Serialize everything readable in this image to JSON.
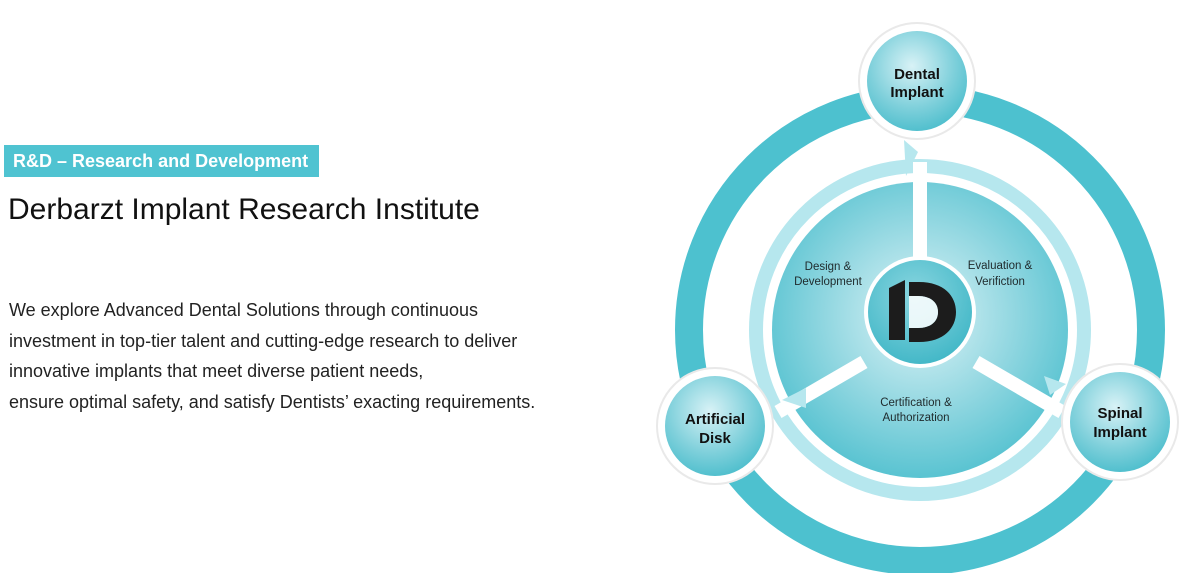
{
  "section": {
    "badge": "R&D – Research and Development",
    "title": "Derbarzt Implant Research Institute",
    "description_lines": [
      "We explore Advanced Dental Solutions through continuous",
      "investment in top-tier talent and cutting-edge research to deliver",
      "innovative implants that meet diverse patient needs,",
      "ensure optimal safety, and satisfy Dentists’ exacting requirements."
    ]
  },
  "diagram": {
    "outer_nodes": {
      "top": [
        "Dental",
        "Implant"
      ],
      "right": [
        "Spinal",
        "Implant"
      ],
      "left": [
        "Artificial",
        "Disk"
      ]
    },
    "stages": {
      "design": [
        "Design &",
        "Development"
      ],
      "evaluation": [
        "Evaluation &",
        "Verifiction"
      ],
      "certification": [
        "Certification &",
        "Authorization"
      ]
    },
    "center_logo": "D",
    "colors": {
      "accent": "#4fc3d1",
      "ring": "#4dc1cf",
      "light": "#b6e7ee",
      "dark": "#1c1c1c"
    }
  }
}
